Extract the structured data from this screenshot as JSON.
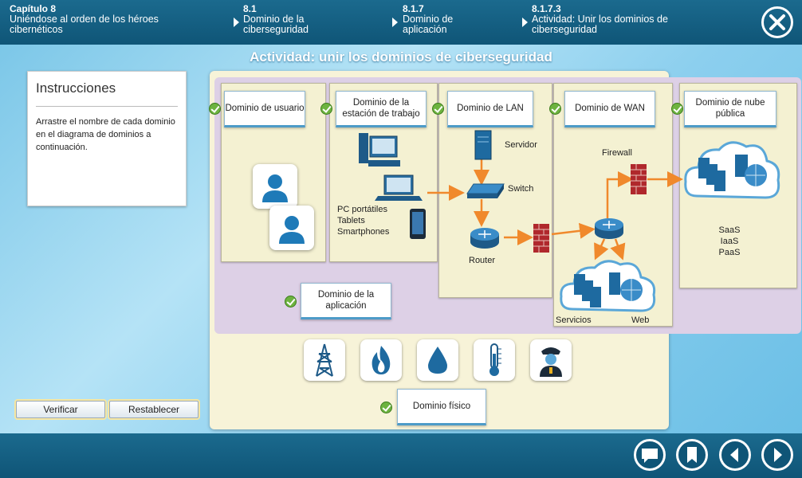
{
  "header": {
    "chapter": {
      "label": "Capítulo 8",
      "title": "Uniéndose al orden de los héroes cibernéticos"
    },
    "section": {
      "number": "8.1",
      "title": "Dominio de la ciberseguridad"
    },
    "subsection": {
      "number": "8.1.7",
      "title": "Dominio de aplicación"
    },
    "activity": {
      "number": "8.1.7.3",
      "title": "Actividad: Unir los dominios de ciberseguridad"
    },
    "close_icon": "close-icon"
  },
  "activity_title": "Actividad: unir los dominios de ciberseguridad",
  "instructions": {
    "heading": "Instrucciones",
    "text": "Arrastre el nombre de cada dominio en el diagrama de dominios a continuación."
  },
  "buttons": {
    "check": "Verificar",
    "reset": "Restablecer"
  },
  "domains": {
    "user": "Dominio de usuario",
    "workstation": "Dominio de la estación de trabajo",
    "lan": "Dominio de LAN",
    "wan": "Dominio de WAN",
    "cloud": "Dominio de nube pública",
    "application": "Dominio de la aplicación",
    "physical": "Dominio físico"
  },
  "diagram": {
    "devices": "PC portátiles Tablets Smartphones",
    "server": "Servidor",
    "switch": "Switch",
    "router": "Router",
    "firewall": "Firewall",
    "services": "Servicios",
    "web": "Web",
    "cloud_services": [
      "SaaS",
      "IaaS",
      "PaaS"
    ]
  },
  "physical_icons": [
    "power-tower-icon",
    "fire-icon",
    "water-drop-icon",
    "thermometer-icon",
    "guard-icon"
  ],
  "footer_icons": [
    "comment-icon",
    "bookmark-icon",
    "previous-icon",
    "next-icon"
  ],
  "colors": {
    "header": "#135f83",
    "check": "#6db33f",
    "arrow": "#f0892c",
    "label_border": "#4d9bc8"
  }
}
